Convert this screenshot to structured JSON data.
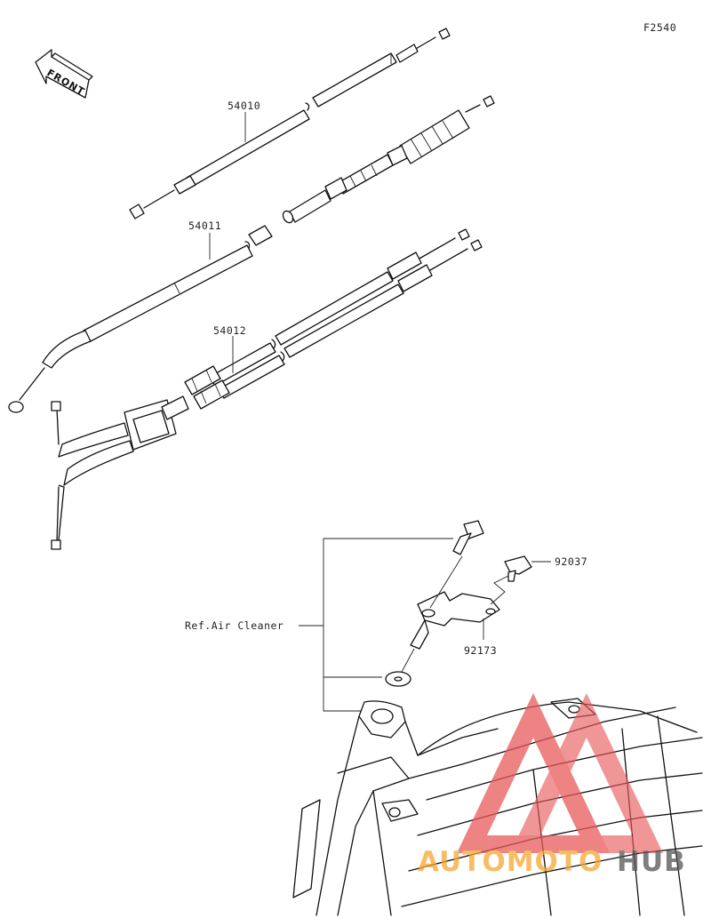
{
  "figure_code": "F2540",
  "front_label": "FRONT",
  "parts": {
    "throttle_cable_upper": "54010",
    "throttle_cable_mid": "54011",
    "throttle_cable_lower": "54012",
    "clamp": "92037",
    "collar": "92173"
  },
  "ref_label": "Ref.Air Cleaner",
  "watermark": {
    "part1": "AUTOMOTO",
    "part2": "HUB",
    "color1": "#f5a833",
    "color2": "#555555",
    "triangle_color": "#e85a5a"
  }
}
